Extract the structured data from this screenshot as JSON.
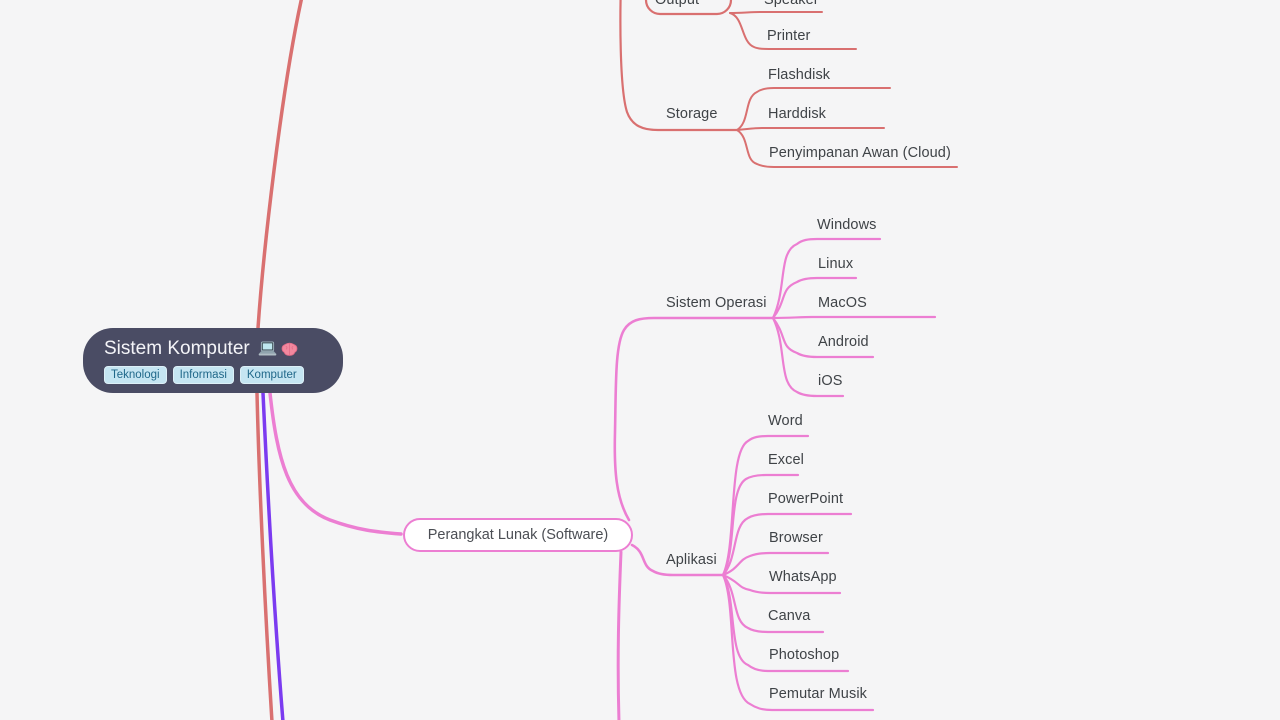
{
  "mindmap": {
    "root": {
      "title": "Sistem Komputer",
      "emojis": [
        "💻",
        "🧠"
      ],
      "tags": [
        "Teknologi",
        "Informasi",
        "Komputer"
      ]
    },
    "branches": [
      {
        "color": "#d97070",
        "topics": [
          {
            "label": "Output",
            "children": [
              "Speaker",
              "Printer"
            ]
          },
          {
            "label": "Storage",
            "children": [
              "Flashdisk",
              "Harddisk",
              "Penyimpanan Awan (Cloud)"
            ]
          }
        ]
      },
      {
        "color": "#ec7ed2",
        "label": "Perangkat Lunak (Software)",
        "topics": [
          {
            "label": "Sistem Operasi",
            "children": [
              "Windows",
              "Linux",
              "MacOS",
              "Android",
              "iOS"
            ]
          },
          {
            "label": "Aplikasi",
            "children": [
              "Word",
              "Excel",
              "PowerPoint",
              "Browser",
              "WhatsApp",
              "Canva",
              "Photoshop",
              "Pemutar Musik"
            ]
          }
        ]
      }
    ],
    "colors": {
      "branch_red": "#d97070",
      "branch_pink": "#ec7ed2",
      "branch_purple": "#7b3bf0",
      "root_bg": "#4a4c64",
      "tag_bg": "#c5e5f2",
      "tag_text": "#20688a",
      "label_text": "#3f4347",
      "canvas_bg": "#f5f5f6"
    }
  }
}
